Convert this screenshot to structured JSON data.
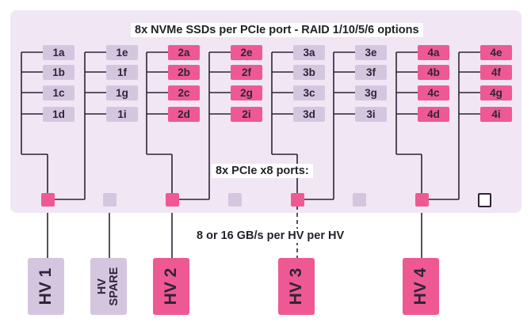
{
  "title": "8x NVMe SSDs per PCIe port - RAID 1/10/5/6 options",
  "ports_label": "8x PCIe x8 ports:",
  "bandwidth_label": "8 or 16 GB/s per HV per HV",
  "colors": {
    "panel": "#f1e6f4",
    "pink": "#ee5994",
    "lavender": "#d5c6e0",
    "line": "#2e2436"
  },
  "ports": [
    {
      "drives": [
        "1a",
        "1b",
        "1c",
        "1d"
      ],
      "color": "lavender",
      "port_color": "pink"
    },
    {
      "drives": [
        "1e",
        "1f",
        "1g",
        "1i"
      ],
      "color": "lavender",
      "port_color": "lavender"
    },
    {
      "drives": [
        "2a",
        "2b",
        "2c",
        "2d"
      ],
      "color": "pink",
      "port_color": "pink"
    },
    {
      "drives": [
        "2e",
        "2f",
        "2g",
        "2i"
      ],
      "color": "pink",
      "port_color": "lavender"
    },
    {
      "drives": [
        "3a",
        "3b",
        "3c",
        "3d"
      ],
      "color": "lavender",
      "port_color": "pink"
    },
    {
      "drives": [
        "3e",
        "3f",
        "3g",
        "3i"
      ],
      "color": "lavender",
      "port_color": "lavender"
    },
    {
      "drives": [
        "4a",
        "4b",
        "4c",
        "4d"
      ],
      "color": "pink",
      "port_color": "pink"
    },
    {
      "drives": [
        "4e",
        "4f",
        "4g",
        "4i"
      ],
      "color": "pink",
      "port_color": "empty"
    }
  ],
  "hypervisors": [
    {
      "label": "HV 1",
      "color": "lavender"
    },
    {
      "label": "HV\nSPARE",
      "color": "lavender"
    },
    {
      "label": "HV 2",
      "color": "pink"
    },
    {
      "label": "HV 3",
      "color": "pink"
    },
    {
      "label": "HV 4",
      "color": "pink"
    }
  ]
}
